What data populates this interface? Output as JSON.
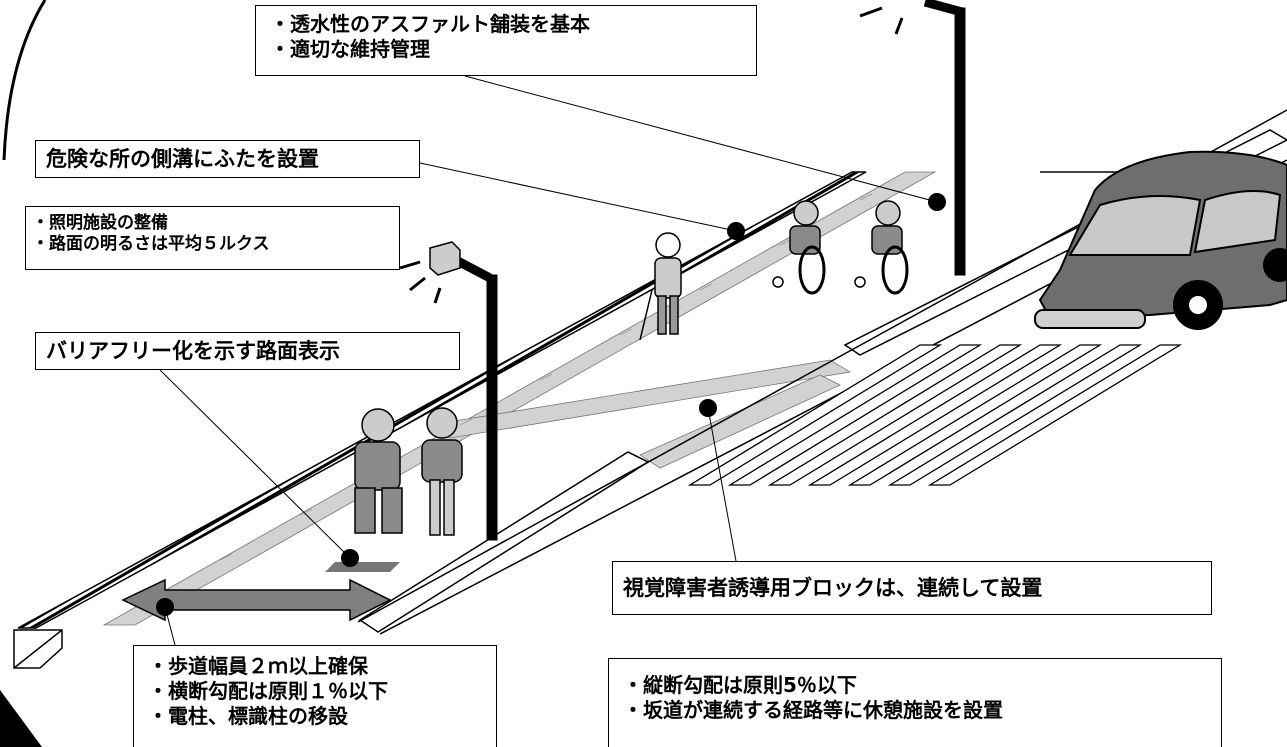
{
  "labels": {
    "pavement": [
      "・透水性のアスファルト舗装を基本",
      "・適切な維持管理"
    ],
    "gutter_cover": "危険な所の側溝にふたを設置",
    "lighting": [
      "・照明施設の整備",
      "・路面の明るさは平均５ルクス"
    ],
    "barrier_free_marking": "バリアフリー化を示す路面表示",
    "tactile_blocks": "視覚障害者誘導用ブロックは、連続して設置",
    "sidewalk_width": [
      "・歩道幅員２ｍ以上確保",
      "・横断勾配は原則１％以下",
      "・電柱、標識柱の移設"
    ],
    "slope": [
      "・縦断勾配は原則5％以下",
      "・坂道が連続する経路等に休憩施設を設置"
    ]
  },
  "icons": [
    "street-lamp-icon",
    "wheelchair-user-icon",
    "pedestrian-with-cane-icon",
    "elderly-couple-icon",
    "car-icon",
    "width-arrow-icon"
  ],
  "colors": {
    "figure": "#8a8a8a",
    "tile": "#d2d2d2",
    "line": "#000000",
    "car": "#6e6e6e"
  }
}
